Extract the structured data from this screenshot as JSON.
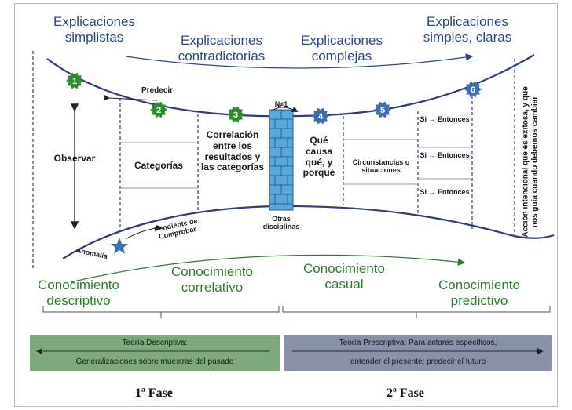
{
  "top_labels": {
    "simplistas": "Explicaciones simplistas",
    "contradictorias": "Explicaciones contradictorias",
    "complejas": "Explicaciones complejas",
    "claras": "Explicaciones simples, claras"
  },
  "steps": [
    "1",
    "2",
    "3",
    "4",
    "5",
    "6"
  ],
  "step_colors": {
    "green": "#2c8c2c",
    "blue": "#3b6fb0"
  },
  "column_labels": {
    "observar": "Observar",
    "predecir": "Predecir",
    "categorias": "Categorías",
    "correlacion": "Correlación entre los resultados y las categorías",
    "nsd": "N≠1",
    "otras": "Otras disciplinas",
    "que_causa": "Qué causa qué, y porqué",
    "circunstancias": "Circunstancias o situaciones",
    "si_entonces": "Si → Entonces",
    "accion": "Acción intencional que es exitosa, y que nos guía cuando debemos cambiar",
    "anomalia": "Anomalía",
    "pendiente": "Pendiente de Comprobar"
  },
  "knowledge_labels": {
    "descriptivo": "Conocimiento descriptivo",
    "correlativo": "Conocimiento correlativo",
    "casual": "Conocimiento casual",
    "predictivo": "Conocimiento predictivo"
  },
  "phase_boxes": {
    "descriptiva_title": "Teoría Descriptiva:",
    "descriptiva_sub": "Generalizaciones sobre muestras del pasado",
    "prescriptiva_title": "Teoría Prescriptiva: Para actores específicos,",
    "prescriptiva_sub": "entender el presente; predecir el futuro"
  },
  "phases": {
    "fase1": "1ª Fase",
    "fase2": "2ª Fase"
  }
}
